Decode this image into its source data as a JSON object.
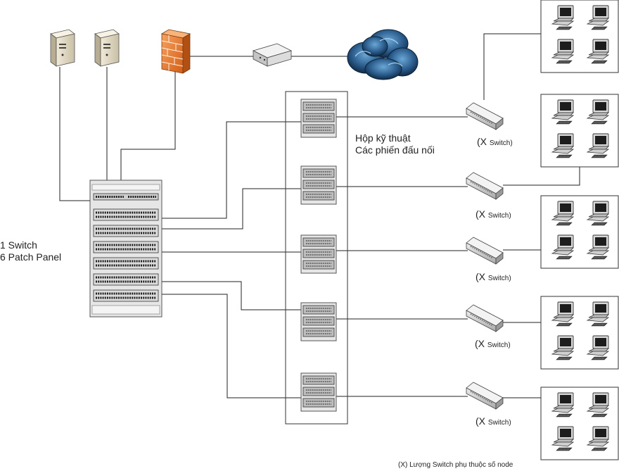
{
  "rack_label": {
    "line1": "1 Switch",
    "line2": "6 Patch Panel"
  },
  "tech_box_label": {
    "line1": "Hộp kỹ thuật",
    "line2": "Các phiến đấu nối"
  },
  "switch_label": {
    "prefix": "(X",
    "suffix": "Switch)"
  },
  "footnote": "(X) Lượng Switch phụ thuộc số node",
  "colors": {
    "line": "#222222",
    "firewall": "#e8732a",
    "cloud": "#1f4e7a",
    "device": "#d8d8d8"
  },
  "icons": [
    "server-icon",
    "server-icon",
    "firewall-icon",
    "router-icon",
    "cloud-icon",
    "rack-icon",
    "patch-panel-icon",
    "switch-icon",
    "computer-icon"
  ]
}
